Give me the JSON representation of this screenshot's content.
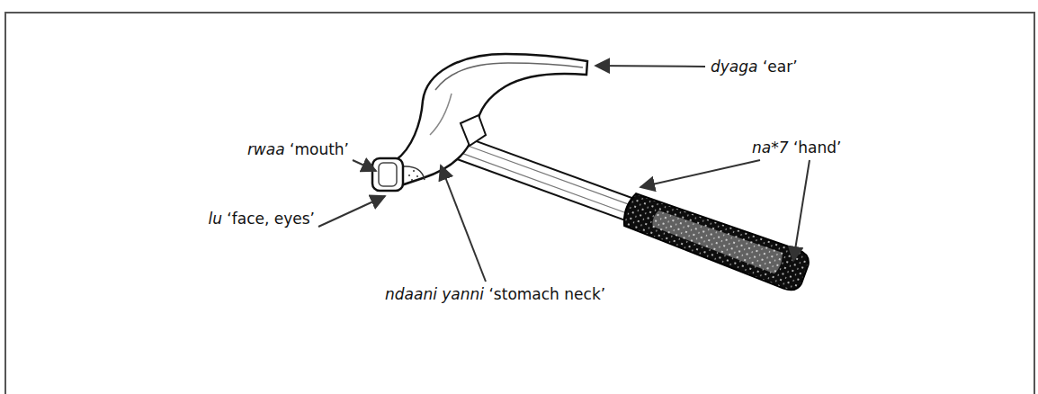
{
  "diagram": {
    "labels": [
      "dyaga",
      "‘ear’",
      "rwaa",
      "‘mouth’",
      "na*7",
      "‘hand’",
      "lu",
      "‘face, eyes’",
      "ndaani yanni",
      "‘stomach neck’"
    ]
  }
}
